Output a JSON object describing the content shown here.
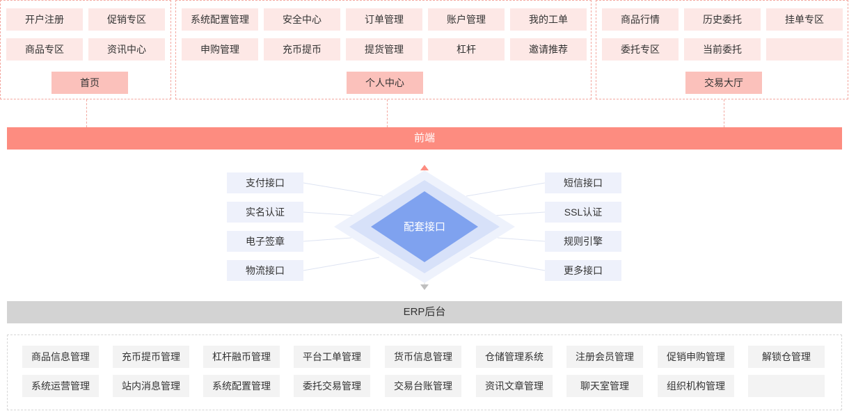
{
  "frontend_groups": [
    {
      "main": "首页",
      "items": [
        "开户注册",
        "促销专区",
        "商品专区",
        "资讯中心"
      ]
    },
    {
      "main": "个人中心",
      "items": [
        "系统配置管理",
        "安全中心",
        "订单管理",
        "账户管理",
        "我的工单",
        "申购管理",
        "充币提币",
        "提货管理",
        "杠杆",
        "邀请推荐"
      ]
    },
    {
      "main": "交易大厅",
      "items": [
        "商品行情",
        "历史委托",
        "挂单专区",
        "委托专区",
        "当前委托",
        ""
      ]
    }
  ],
  "frontend_label": "前端",
  "hub": {
    "label": "配套接口",
    "left_items": [
      "支付接口",
      "实名认证",
      "电子签章",
      "物流接口"
    ],
    "right_items": [
      "短信接口",
      "SSL认证",
      "规则引擎",
      "更多接口"
    ]
  },
  "erp_label": "ERP后台",
  "erp_items": [
    "商品信息管理",
    "充币提币管理",
    "杠杆融币管理",
    "平台工单管理",
    "货币信息管理",
    "仓储管理系统",
    "注册会员管理",
    "促销申购管理",
    "解锁仓管理",
    "系统运营管理",
    "站内消息管理",
    "系统配置管理",
    "委托交易管理",
    "交易台账管理",
    "资讯文章管理",
    "聊天室管理",
    "组织机构管理",
    ""
  ],
  "colors": {
    "frontend_band": "#fd8c80",
    "main_cell": "#fbc1bb",
    "cell": "#fde8e6",
    "hub_core": "#7fa2ef",
    "erp_band": "#d3d3d3"
  }
}
